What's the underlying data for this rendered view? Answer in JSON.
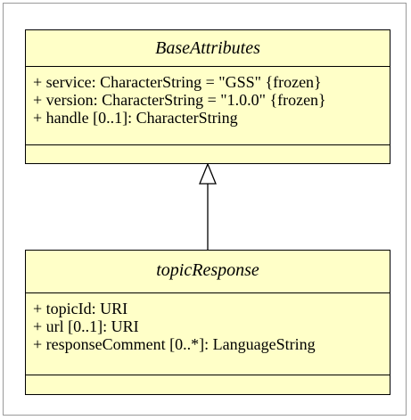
{
  "classes": {
    "base": {
      "name": "BaseAttributes",
      "attributes": [
        "+ service: CharacterString = \"GSS\" {frozen}",
        "+ version: CharacterString = \"1.0.0\" {frozen}",
        "+ handle [0..1]: CharacterString"
      ]
    },
    "topic": {
      "name": "topicResponse",
      "attributes": [
        "+ topicId: URI",
        "+ url [0..1]: URI",
        "+ responseComment [0..*]: LanguageString"
      ]
    }
  },
  "relationship": "generalization",
  "colors": {
    "class_fill": "#ffffc8",
    "line": "#000000",
    "frame": "#9a9a9a"
  }
}
